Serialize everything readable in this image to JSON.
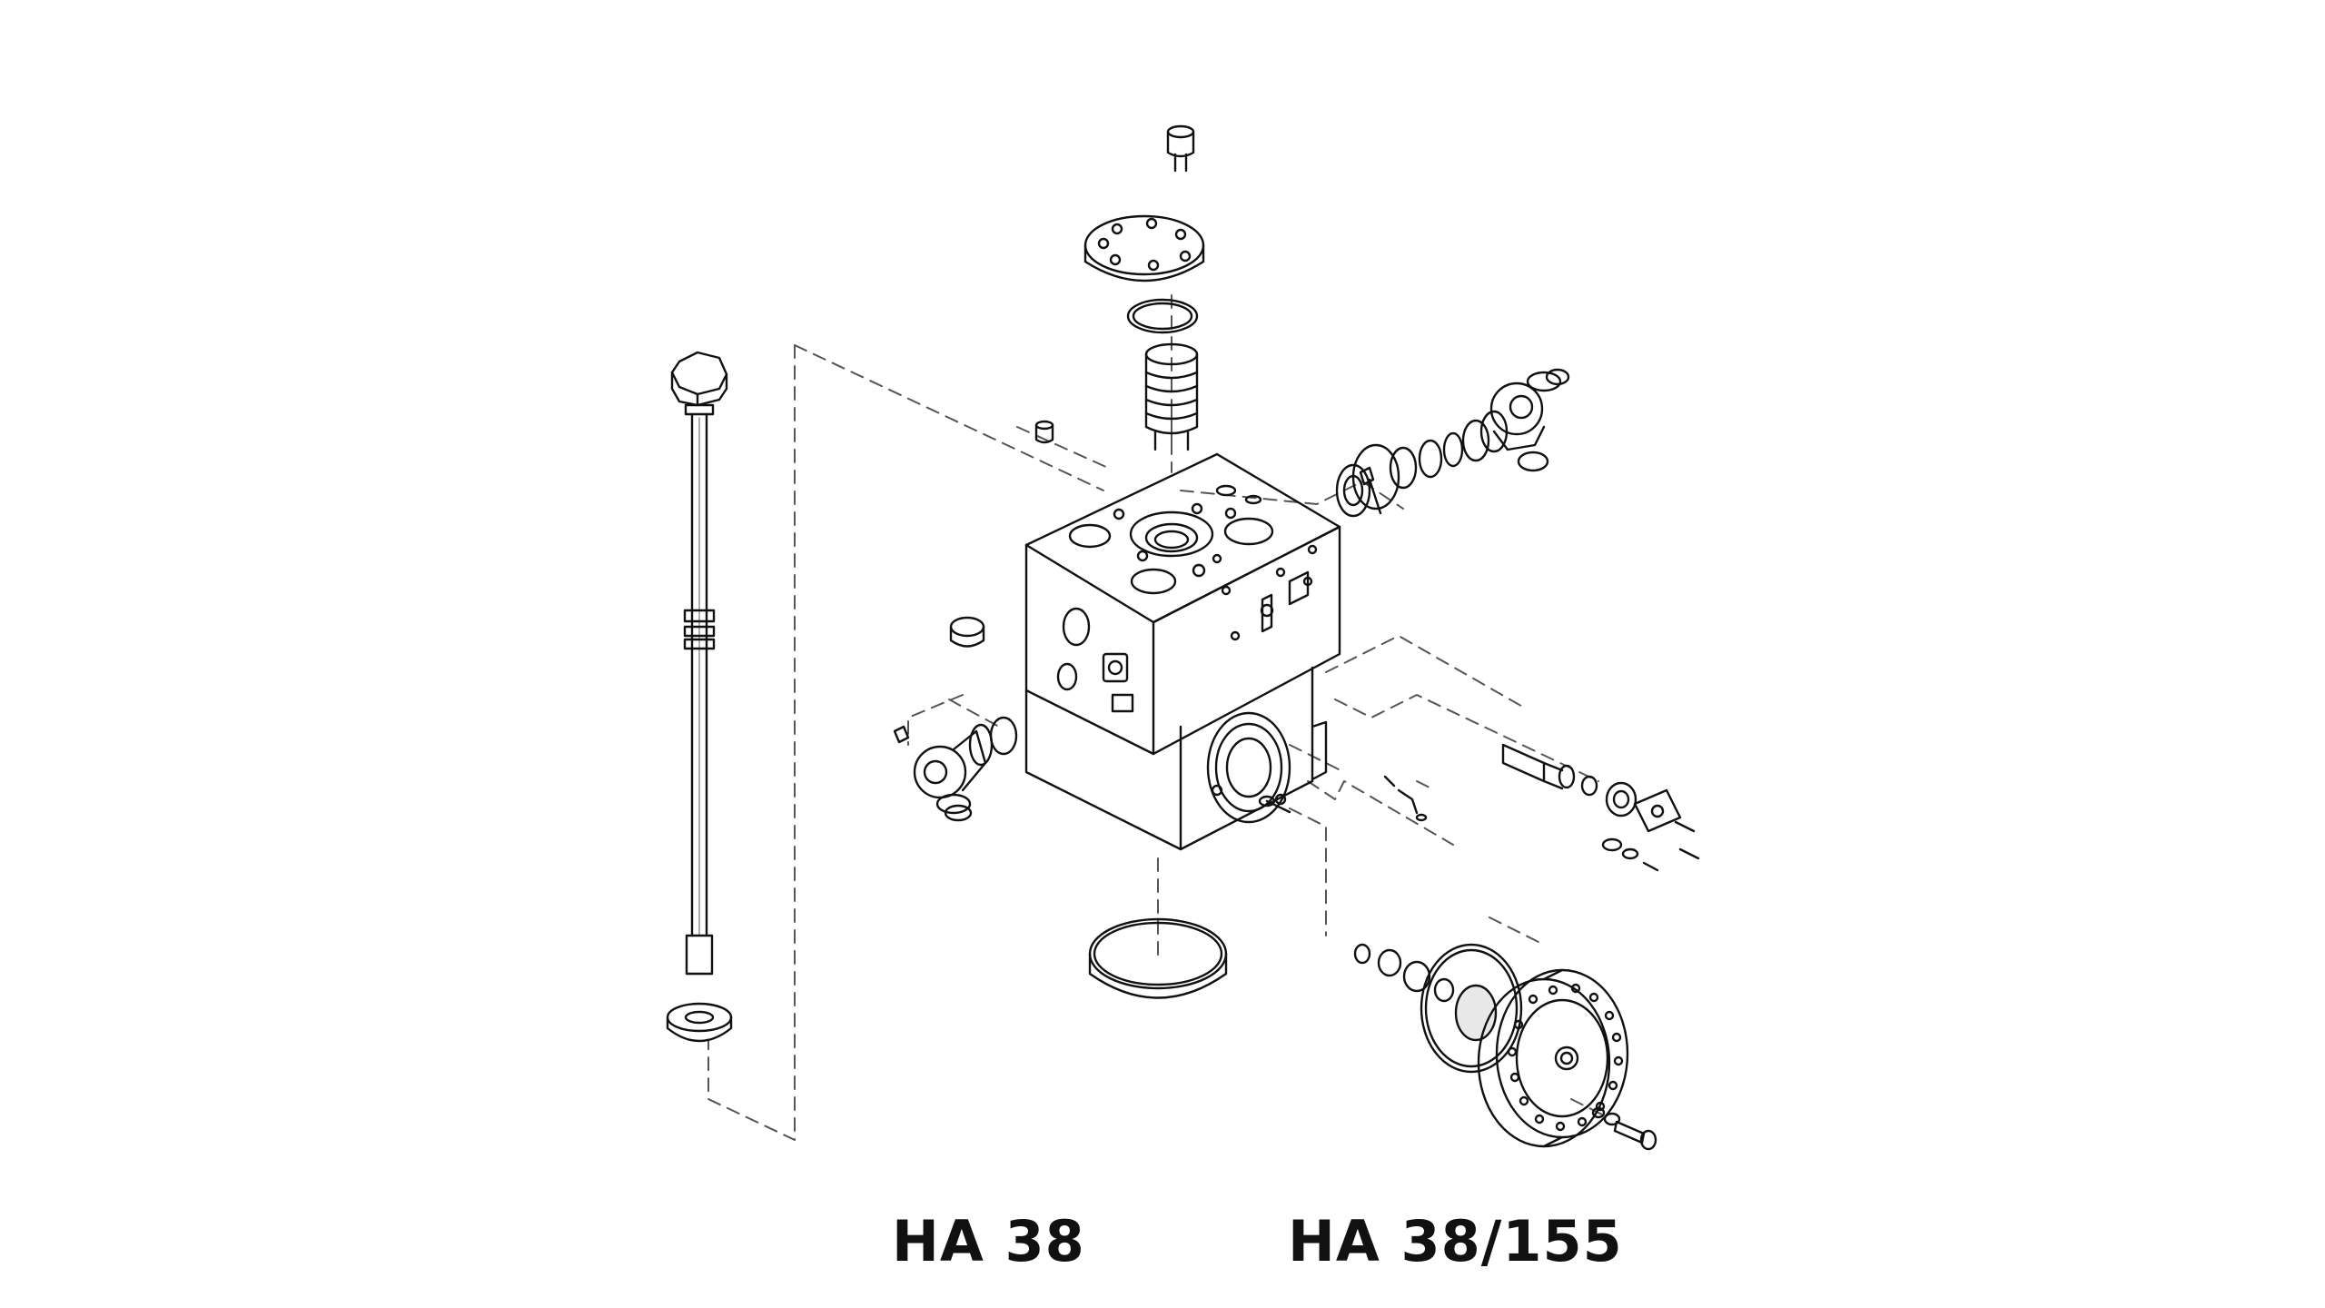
{
  "diagram": {
    "type": "exploded technical line drawing",
    "line_color": "#111111",
    "background_color": "#ffffff",
    "parts": [
      "tie-rod",
      "tie-rod-washer",
      "cap-screw",
      "cover-plate",
      "o-ring",
      "cartridge-valve",
      "plug",
      "valve-block",
      "port-flange",
      "elbow-fitting",
      "valve-insert",
      "diaphragm",
      "end-cover",
      "seal-ring"
    ]
  },
  "captions": {
    "left": "HA 38",
    "right": "HA 38/155"
  }
}
